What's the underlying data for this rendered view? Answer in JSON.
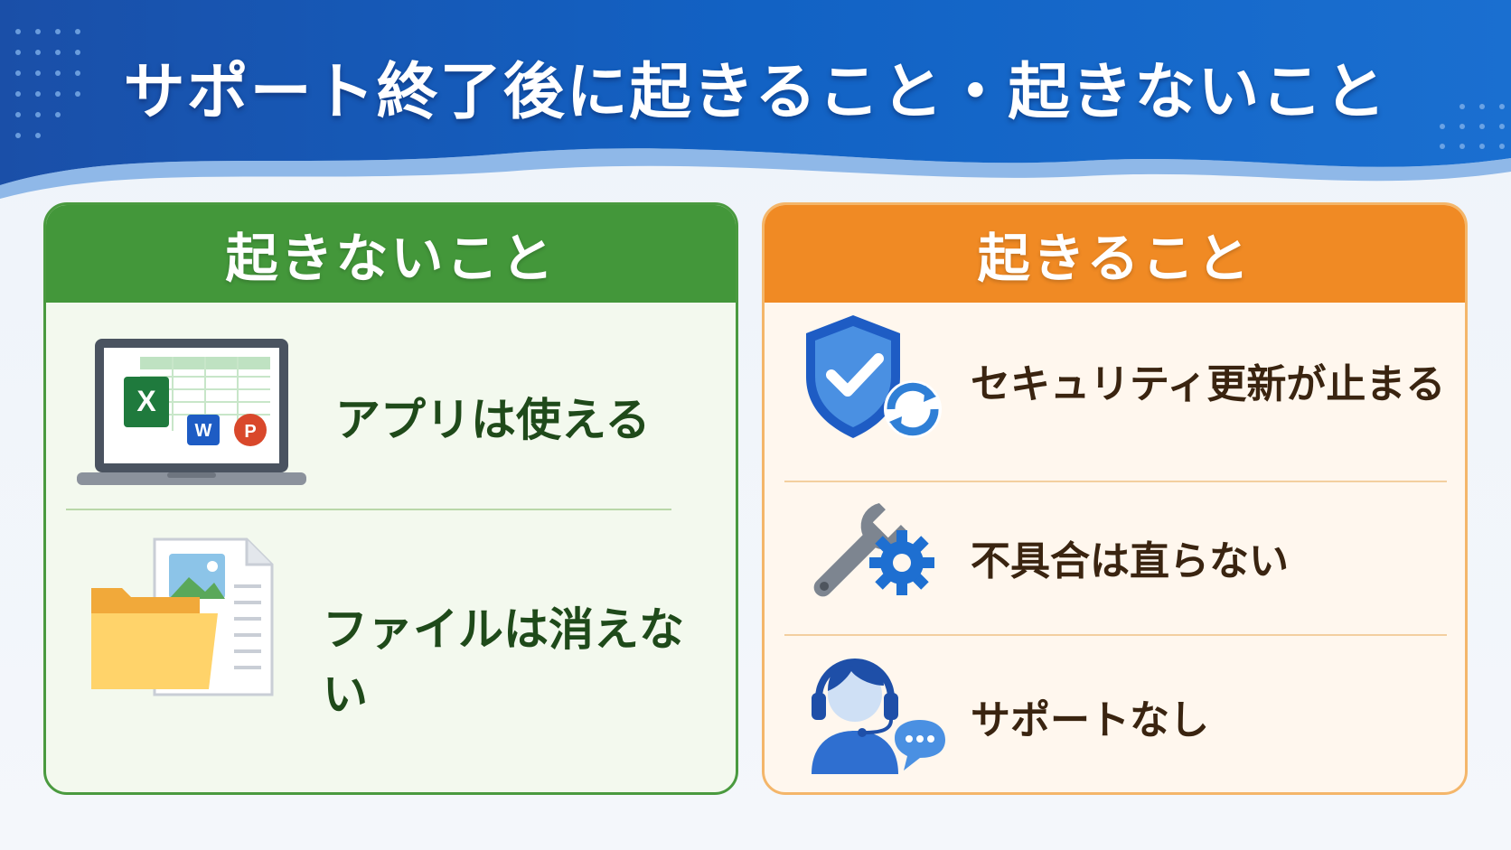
{
  "header": {
    "title": "サポート終了後に起きること・起きないこと"
  },
  "left_panel": {
    "heading": "起きないこと",
    "items": [
      {
        "label": "アプリは使える",
        "icon": "laptop-office-apps-icon",
        "badges": [
          "X",
          "W",
          "P"
        ]
      },
      {
        "label": "ファイルは消えない",
        "icon": "folder-documents-icon"
      }
    ]
  },
  "right_panel": {
    "heading": "起きること",
    "items": [
      {
        "label": "セキュリティ更新が止まる",
        "icon": "shield-update-icon"
      },
      {
        "label": "不具合は直らない",
        "icon": "wrench-gear-icon"
      },
      {
        "label": "サポートなし",
        "icon": "support-agent-icon"
      }
    ]
  },
  "colors": {
    "banner_blue": "#1565c0",
    "green": "#43973a",
    "orange": "#f08a24"
  }
}
